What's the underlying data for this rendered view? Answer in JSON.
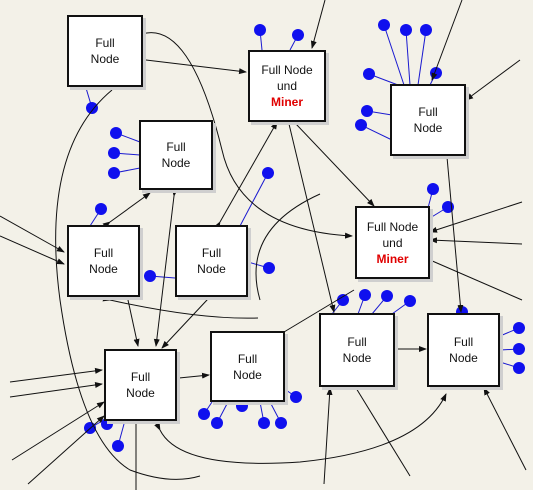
{
  "nodes": {
    "n1": {
      "line1": "Full",
      "line2": "Node"
    },
    "n2": {
      "line1": "Full Node",
      "line2": "und",
      "line3": "Miner"
    },
    "n3": {
      "line1": "Full",
      "line2": "Node"
    },
    "n4": {
      "line1": "Full",
      "line2": "Node"
    },
    "n5": {
      "line1": "Full Node",
      "line2": "und",
      "line3": "Miner"
    },
    "n6": {
      "line1": "Full",
      "line2": "Node"
    },
    "n7": {
      "line1": "Full",
      "line2": "Node"
    },
    "n8": {
      "line1": "Full",
      "line2": "Node"
    },
    "n9": {
      "line1": "Full",
      "line2": "Node"
    },
    "n10": {
      "line1": "Full",
      "line2": "Node"
    },
    "n11": {
      "line1": "Full",
      "line2": "Node"
    }
  },
  "colors": {
    "background": "#f3f1e8",
    "light_client": "#1010ee",
    "miner_text": "#e00000",
    "edge": "#111111"
  }
}
